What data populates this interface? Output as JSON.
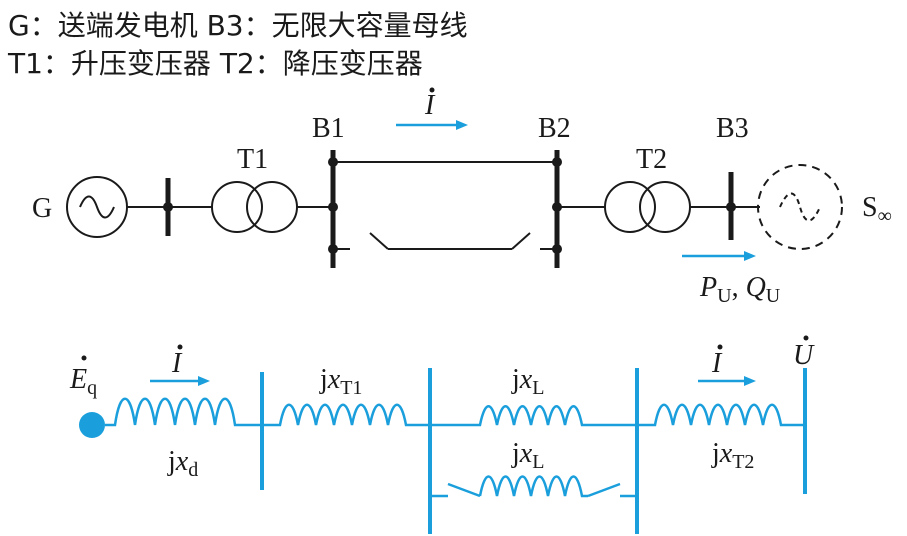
{
  "legend": {
    "line1": "G：送端发电机  B3：无限大容量母线",
    "line2": "T1：升压变压器  T2：降压变压器"
  },
  "single_line": {
    "generator": "G",
    "bus1": "B1",
    "bus2": "B2",
    "bus3": "B3",
    "transformer1": "T1",
    "transformer2": "T2",
    "infinite_source": "S",
    "infinite_sub": "∞",
    "current": "I",
    "power_p": "P",
    "power_p_sub": "U",
    "power_sep": ", ",
    "power_q": "Q",
    "power_q_sub": "U"
  },
  "equivalent": {
    "emf": "E",
    "emf_sub": "q",
    "current": "I",
    "voltage": "U",
    "xd_j": "j",
    "xd_x": "x",
    "xd_sub": "d",
    "xt1_j": "j",
    "xt1_x": "x",
    "xt1_sub": "T1",
    "xl1_j": "j",
    "xl1_x": "x",
    "xl1_sub": "L",
    "xl2_j": "j",
    "xl2_x": "x",
    "xl2_sub": "L",
    "xt2_j": "j",
    "xt2_x": "x",
    "xt2_sub": "T2"
  },
  "colors": {
    "black": "#1a1a1a",
    "blue": "#1a9fdc"
  }
}
